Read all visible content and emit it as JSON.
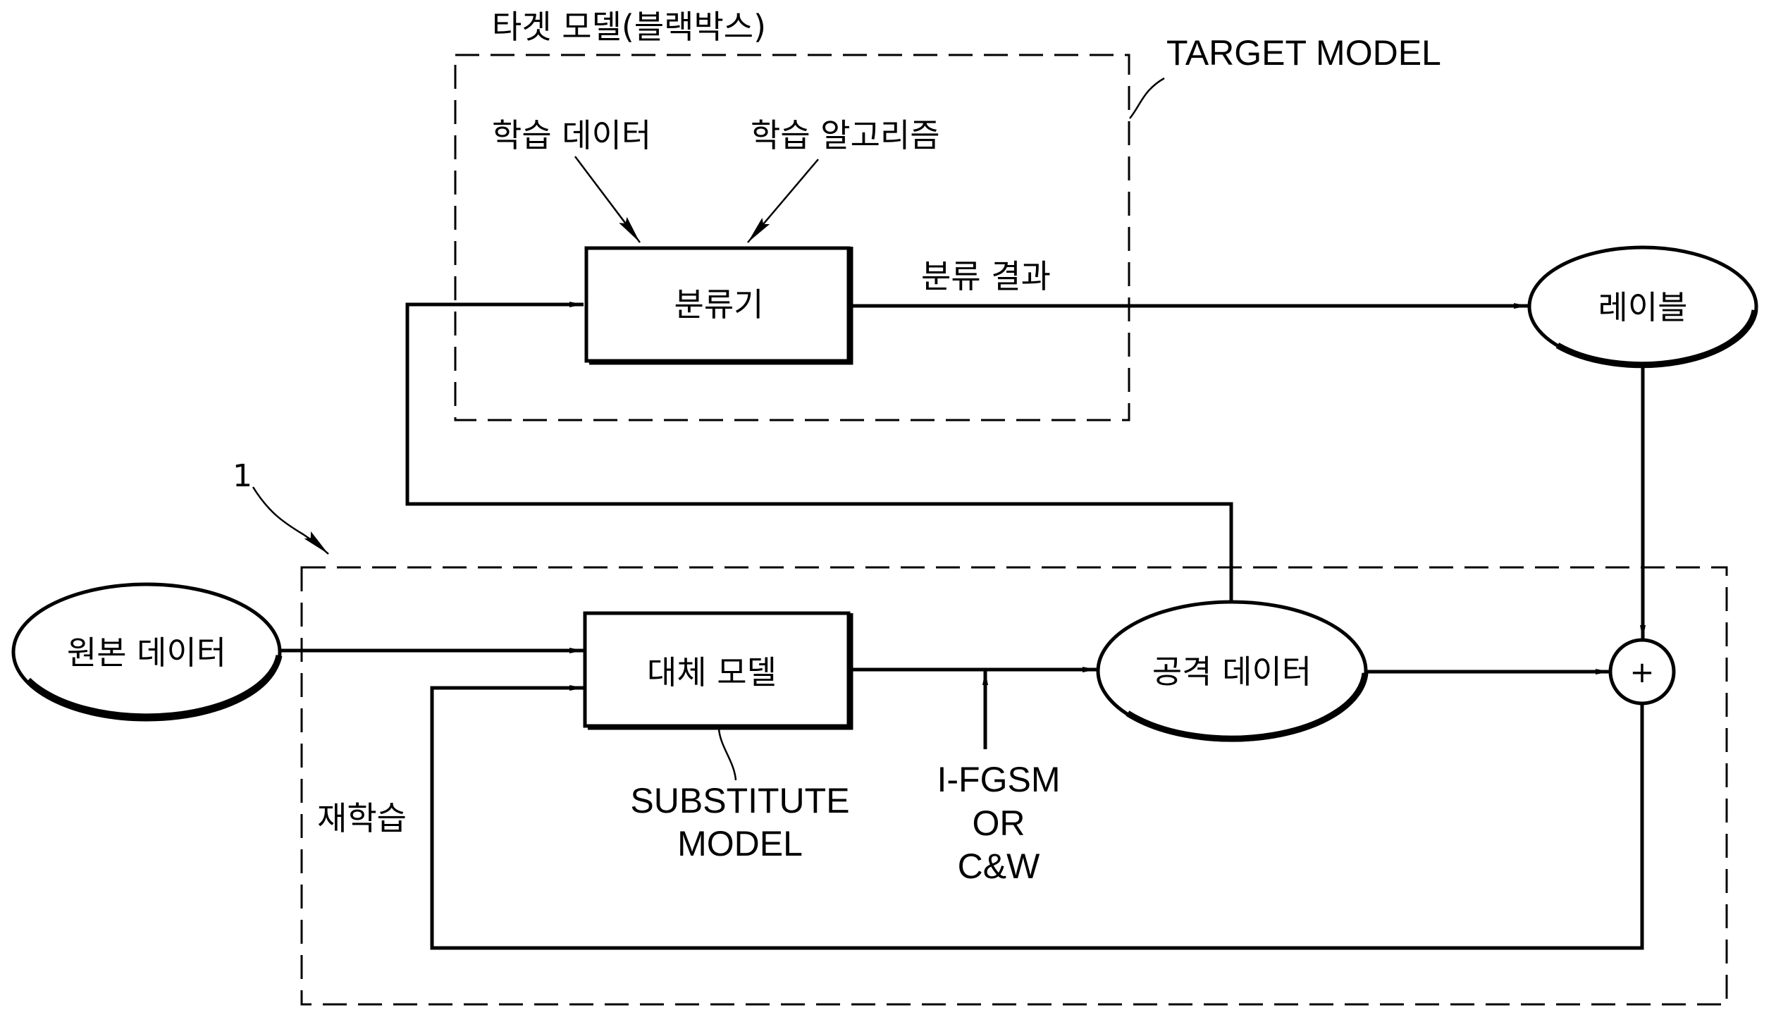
{
  "diagram": {
    "target_group": {
      "title": "타겟 모델(블랙박스)",
      "tag": "TARGET MODEL",
      "training_data": "학습 데이터",
      "training_algorithm": "학습 알고리즘",
      "classifier": "분류기",
      "classification_result": "분류 결과"
    },
    "label_node": "레이블",
    "reference_numeral": "1",
    "attack_group": {
      "original_data": "원본 데이터",
      "substitute_model": "대체 모델",
      "substitute_tag_line1": "SUBSTITUTE",
      "substitute_tag_line2": "MODEL",
      "method_line1": "I-FGSM",
      "method_line2": "OR",
      "method_line3": "C&W",
      "adversarial_data": "공격 데이터",
      "combine_symbol": "+",
      "retrain": "재학습"
    }
  }
}
